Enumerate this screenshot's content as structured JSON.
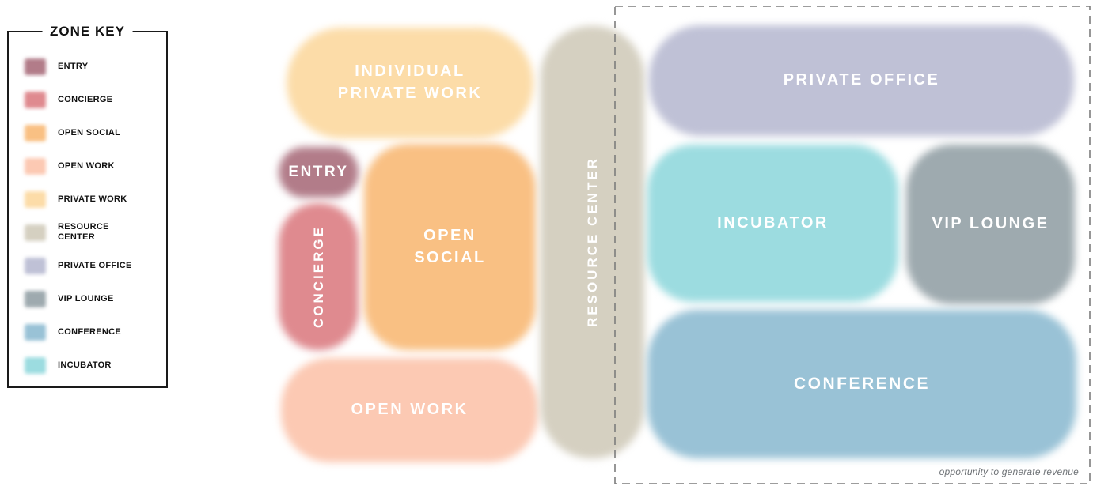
{
  "legend": {
    "title": "ZONE KEY",
    "items": [
      {
        "id": "entry",
        "label": "ENTRY",
        "color": "#B27C89"
      },
      {
        "id": "concierge",
        "label": "CONCIERGE",
        "color": "#DF8A8F"
      },
      {
        "id": "open-social",
        "label": "OPEN SOCIAL",
        "color": "#F9C083"
      },
      {
        "id": "open-work",
        "label": "OPEN WORK",
        "color": "#FCC9B3"
      },
      {
        "id": "private-work",
        "label": "PRIVATE WORK",
        "color": "#FCDCA8"
      },
      {
        "id": "resource-center",
        "label": "RESOURCE\nCENTER",
        "color": "#D5D0C1"
      },
      {
        "id": "private-office",
        "label": "PRIVATE OFFICE",
        "color": "#BFC1D6"
      },
      {
        "id": "vip-lounge",
        "label": "VIP LOUNGE",
        "color": "#9EAAAF"
      },
      {
        "id": "conference",
        "label": "CONFERENCE",
        "color": "#99C2D6"
      },
      {
        "id": "incubator",
        "label": "INCUBATOR",
        "color": "#9CDCE0"
      }
    ]
  },
  "diagram": {
    "zones": [
      {
        "id": "individual-private-work",
        "label": "INDIVIDUAL\nPRIVATE WORK",
        "color": "#FCDCA8"
      },
      {
        "id": "entry",
        "label": "ENTRY",
        "color": "#B27C89"
      },
      {
        "id": "concierge",
        "label": "CONCIERGE",
        "color": "#DF8A8F"
      },
      {
        "id": "open-social",
        "label": "OPEN\nSOCIAL",
        "color": "#F9C083"
      },
      {
        "id": "open-work",
        "label": "OPEN WORK",
        "color": "#FCC9B3"
      },
      {
        "id": "resource-center",
        "label": "RESOURCE CENTER",
        "color": "#D5D0C1"
      },
      {
        "id": "private-office",
        "label": "PRIVATE OFFICE",
        "color": "#BFC1D6"
      },
      {
        "id": "incubator",
        "label": "INCUBATOR",
        "color": "#9CDCE0"
      },
      {
        "id": "vip-lounge",
        "label": "VIP LOUNGE",
        "color": "#9EAAAF"
      },
      {
        "id": "conference",
        "label": "CONFERENCE",
        "color": "#99C2D6"
      }
    ],
    "revenue_note": "opportunity to generate revenue",
    "boundary_color": "#7D7D7D",
    "zone_label_color": "#FFFFFF"
  }
}
